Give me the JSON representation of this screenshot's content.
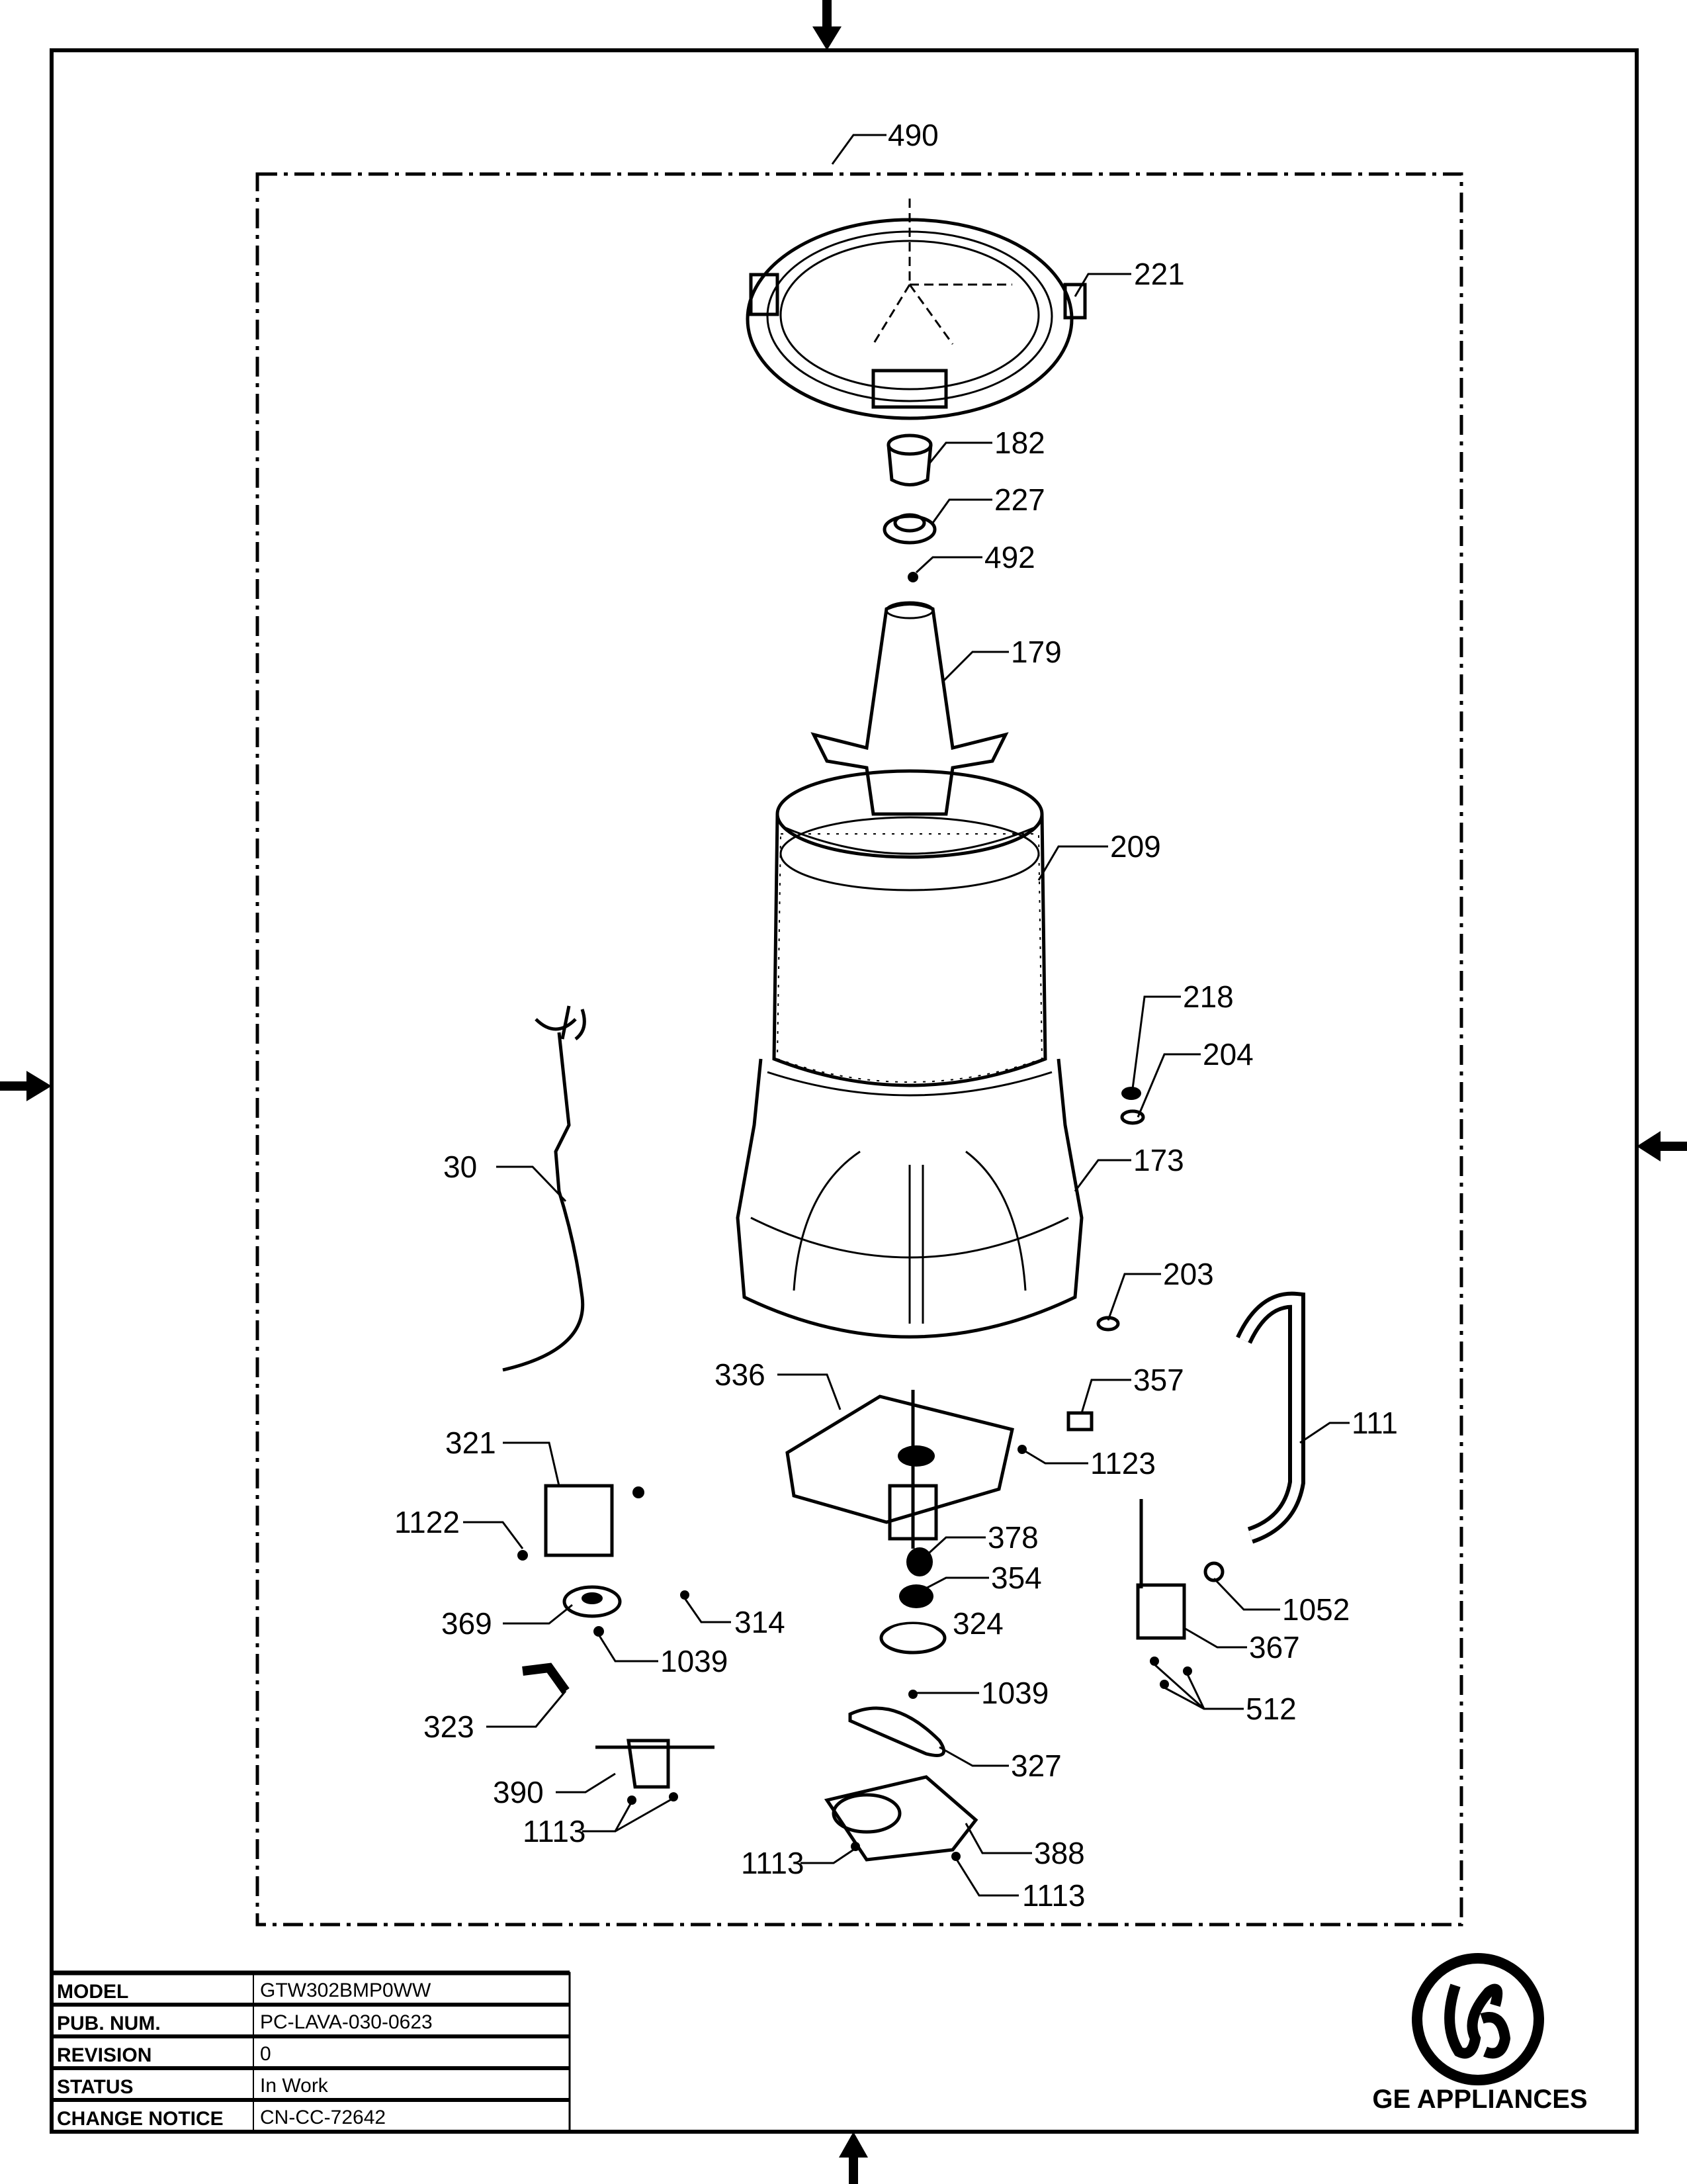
{
  "title_block": {
    "rows": [
      {
        "label": "MODEL",
        "value": "GTW302BMP0WW"
      },
      {
        "label": "PUB. NUM.",
        "value": "PC-LAVA-030-0623"
      },
      {
        "label": "REVISION",
        "value": "0"
      },
      {
        "label": "STATUS",
        "value": "In Work"
      },
      {
        "label": "CHANGE NOTICE",
        "value": "CN-CC-72642"
      }
    ]
  },
  "brand": {
    "name": "GE APPLIANCES",
    "logo_text": "GE"
  },
  "callouts": {
    "c490": "490",
    "c221": "221",
    "c182": "182",
    "c227": "227",
    "c492": "492",
    "c179": "179",
    "c209": "209",
    "c218": "218",
    "c204": "204",
    "c30": "30",
    "c173": "173",
    "c203": "203",
    "c336": "336",
    "c357": "357",
    "c111": "111",
    "c321": "321",
    "c1123": "1123",
    "c1122": "1122",
    "c378": "378",
    "c354": "354",
    "c369": "369",
    "c314": "314",
    "c324": "324",
    "c1052": "1052",
    "c367": "367",
    "c1039a": "1039",
    "c1039b": "1039",
    "c512": "512",
    "c323": "323",
    "c327": "327",
    "c390": "390",
    "c1113a": "1113",
    "c388": "388",
    "c1113b": "1113",
    "c1113c": "1113"
  }
}
